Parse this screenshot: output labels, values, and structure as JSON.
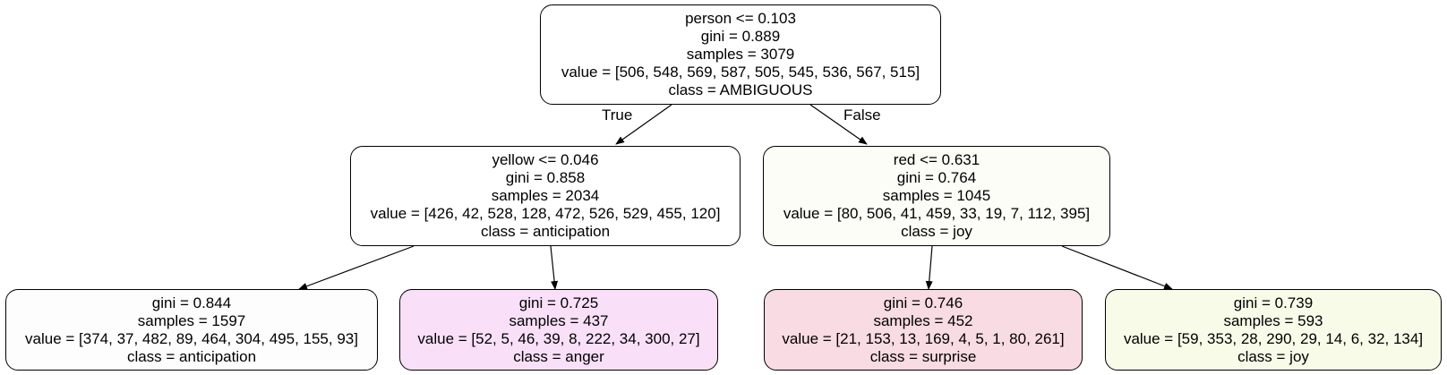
{
  "tree": {
    "nodes": [
      {
        "id": "root",
        "fill": "#ffffff",
        "lines": [
          "person <= 0.103",
          "gini = 0.889",
          "samples = 3079",
          "value = [506, 548, 569, 587, 505, 545, 536, 567, 515]",
          "class = AMBIGUOUS"
        ]
      },
      {
        "id": "left",
        "fill": "#ffffff",
        "lines": [
          "yellow <= 0.046",
          "gini = 0.858",
          "samples = 2034",
          "value = [426, 42, 528, 128, 472, 526, 529, 455, 120]",
          "class = anticipation"
        ]
      },
      {
        "id": "right",
        "fill": "#fcfdf6",
        "lines": [
          "red <= 0.631",
          "gini = 0.764",
          "samples = 1045",
          "value = [80, 506, 41, 459, 33, 19, 7, 112, 395]",
          "class = joy"
        ]
      },
      {
        "id": "leaf-1",
        "fill": "#fdfdfd",
        "lines": [
          "gini = 0.844",
          "samples = 1597",
          "value = [374, 37, 482, 89, 464, 304, 495, 155, 93]",
          "class = anticipation"
        ]
      },
      {
        "id": "leaf-2",
        "fill": "#f9e0f8",
        "lines": [
          "gini = 0.725",
          "samples = 437",
          "value = [52, 5, 46, 39, 8, 222, 34, 300, 27]",
          "class = anger"
        ]
      },
      {
        "id": "leaf-3",
        "fill": "#f8dbe3",
        "lines": [
          "gini = 0.746",
          "samples = 452",
          "value = [21, 153, 13, 169, 4, 5, 1, 80, 261]",
          "class = surprise"
        ]
      },
      {
        "id": "leaf-4",
        "fill": "#f9fbe9",
        "lines": [
          "gini = 0.739",
          "samples = 593",
          "value = [59, 353, 28, 290, 29, 14, 6, 32, 134]",
          "class = joy"
        ]
      }
    ],
    "edges": [
      {
        "from": "root",
        "to": "left",
        "label": "True"
      },
      {
        "from": "root",
        "to": "right",
        "label": "False"
      },
      {
        "from": "left",
        "to": "leaf-1",
        "label": ""
      },
      {
        "from": "left",
        "to": "leaf-2",
        "label": ""
      },
      {
        "from": "right",
        "to": "leaf-3",
        "label": ""
      },
      {
        "from": "right",
        "to": "leaf-4",
        "label": ""
      }
    ]
  }
}
